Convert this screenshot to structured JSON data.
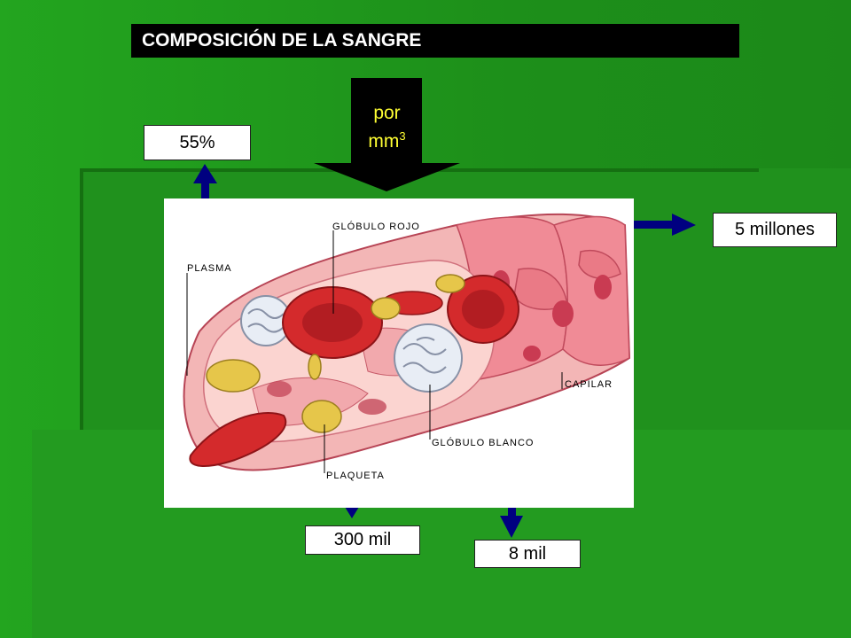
{
  "title": "COMPOSICIÓN DE LA SANGRE",
  "unit_arrow": {
    "line1": "por",
    "line2": "mm",
    "sup": "3"
  },
  "values": {
    "plasma": "55%",
    "red_cells": "5 millones",
    "platelets": "300 mil",
    "white_cells": "8 mil"
  },
  "labels": {
    "red_cell": "GLÓBULO ROJO",
    "plasma": "PLASMA",
    "capillary": "CAPILAR",
    "white_cell": "GLÓBULO BLANCO",
    "platelet": "PLAQUETA"
  },
  "colors": {
    "background": "#22931f",
    "arrow": "#000080",
    "highlight_text": "#ffff33"
  }
}
